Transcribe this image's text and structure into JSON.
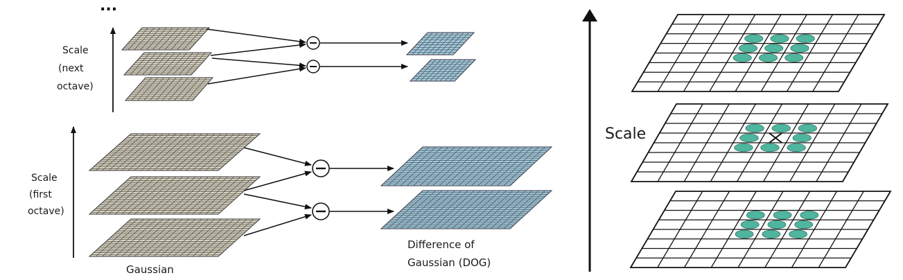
{
  "left_diagram": {
    "ellipsis": "...",
    "scale_next_octave": [
      "Scale",
      "(next",
      "octave)"
    ],
    "scale_first_octave": [
      "Scale",
      "(first",
      "octave)"
    ],
    "gaussian_label": "Gaussian",
    "dog_label": [
      "Difference of",
      "Gaussian (DOG)"
    ],
    "minus_symbol": "−"
  },
  "right_diagram": {
    "scale_label": "Scale",
    "center_marker": "X"
  },
  "colors": {
    "gaussian_fill": "#d8d3c3",
    "gaussian_grid": "#4d4a40",
    "dog_fill": "#a9c8d8",
    "dog_grid": "#3a5766",
    "nbhd_dot": "#4fb59f",
    "line": "#111111"
  }
}
